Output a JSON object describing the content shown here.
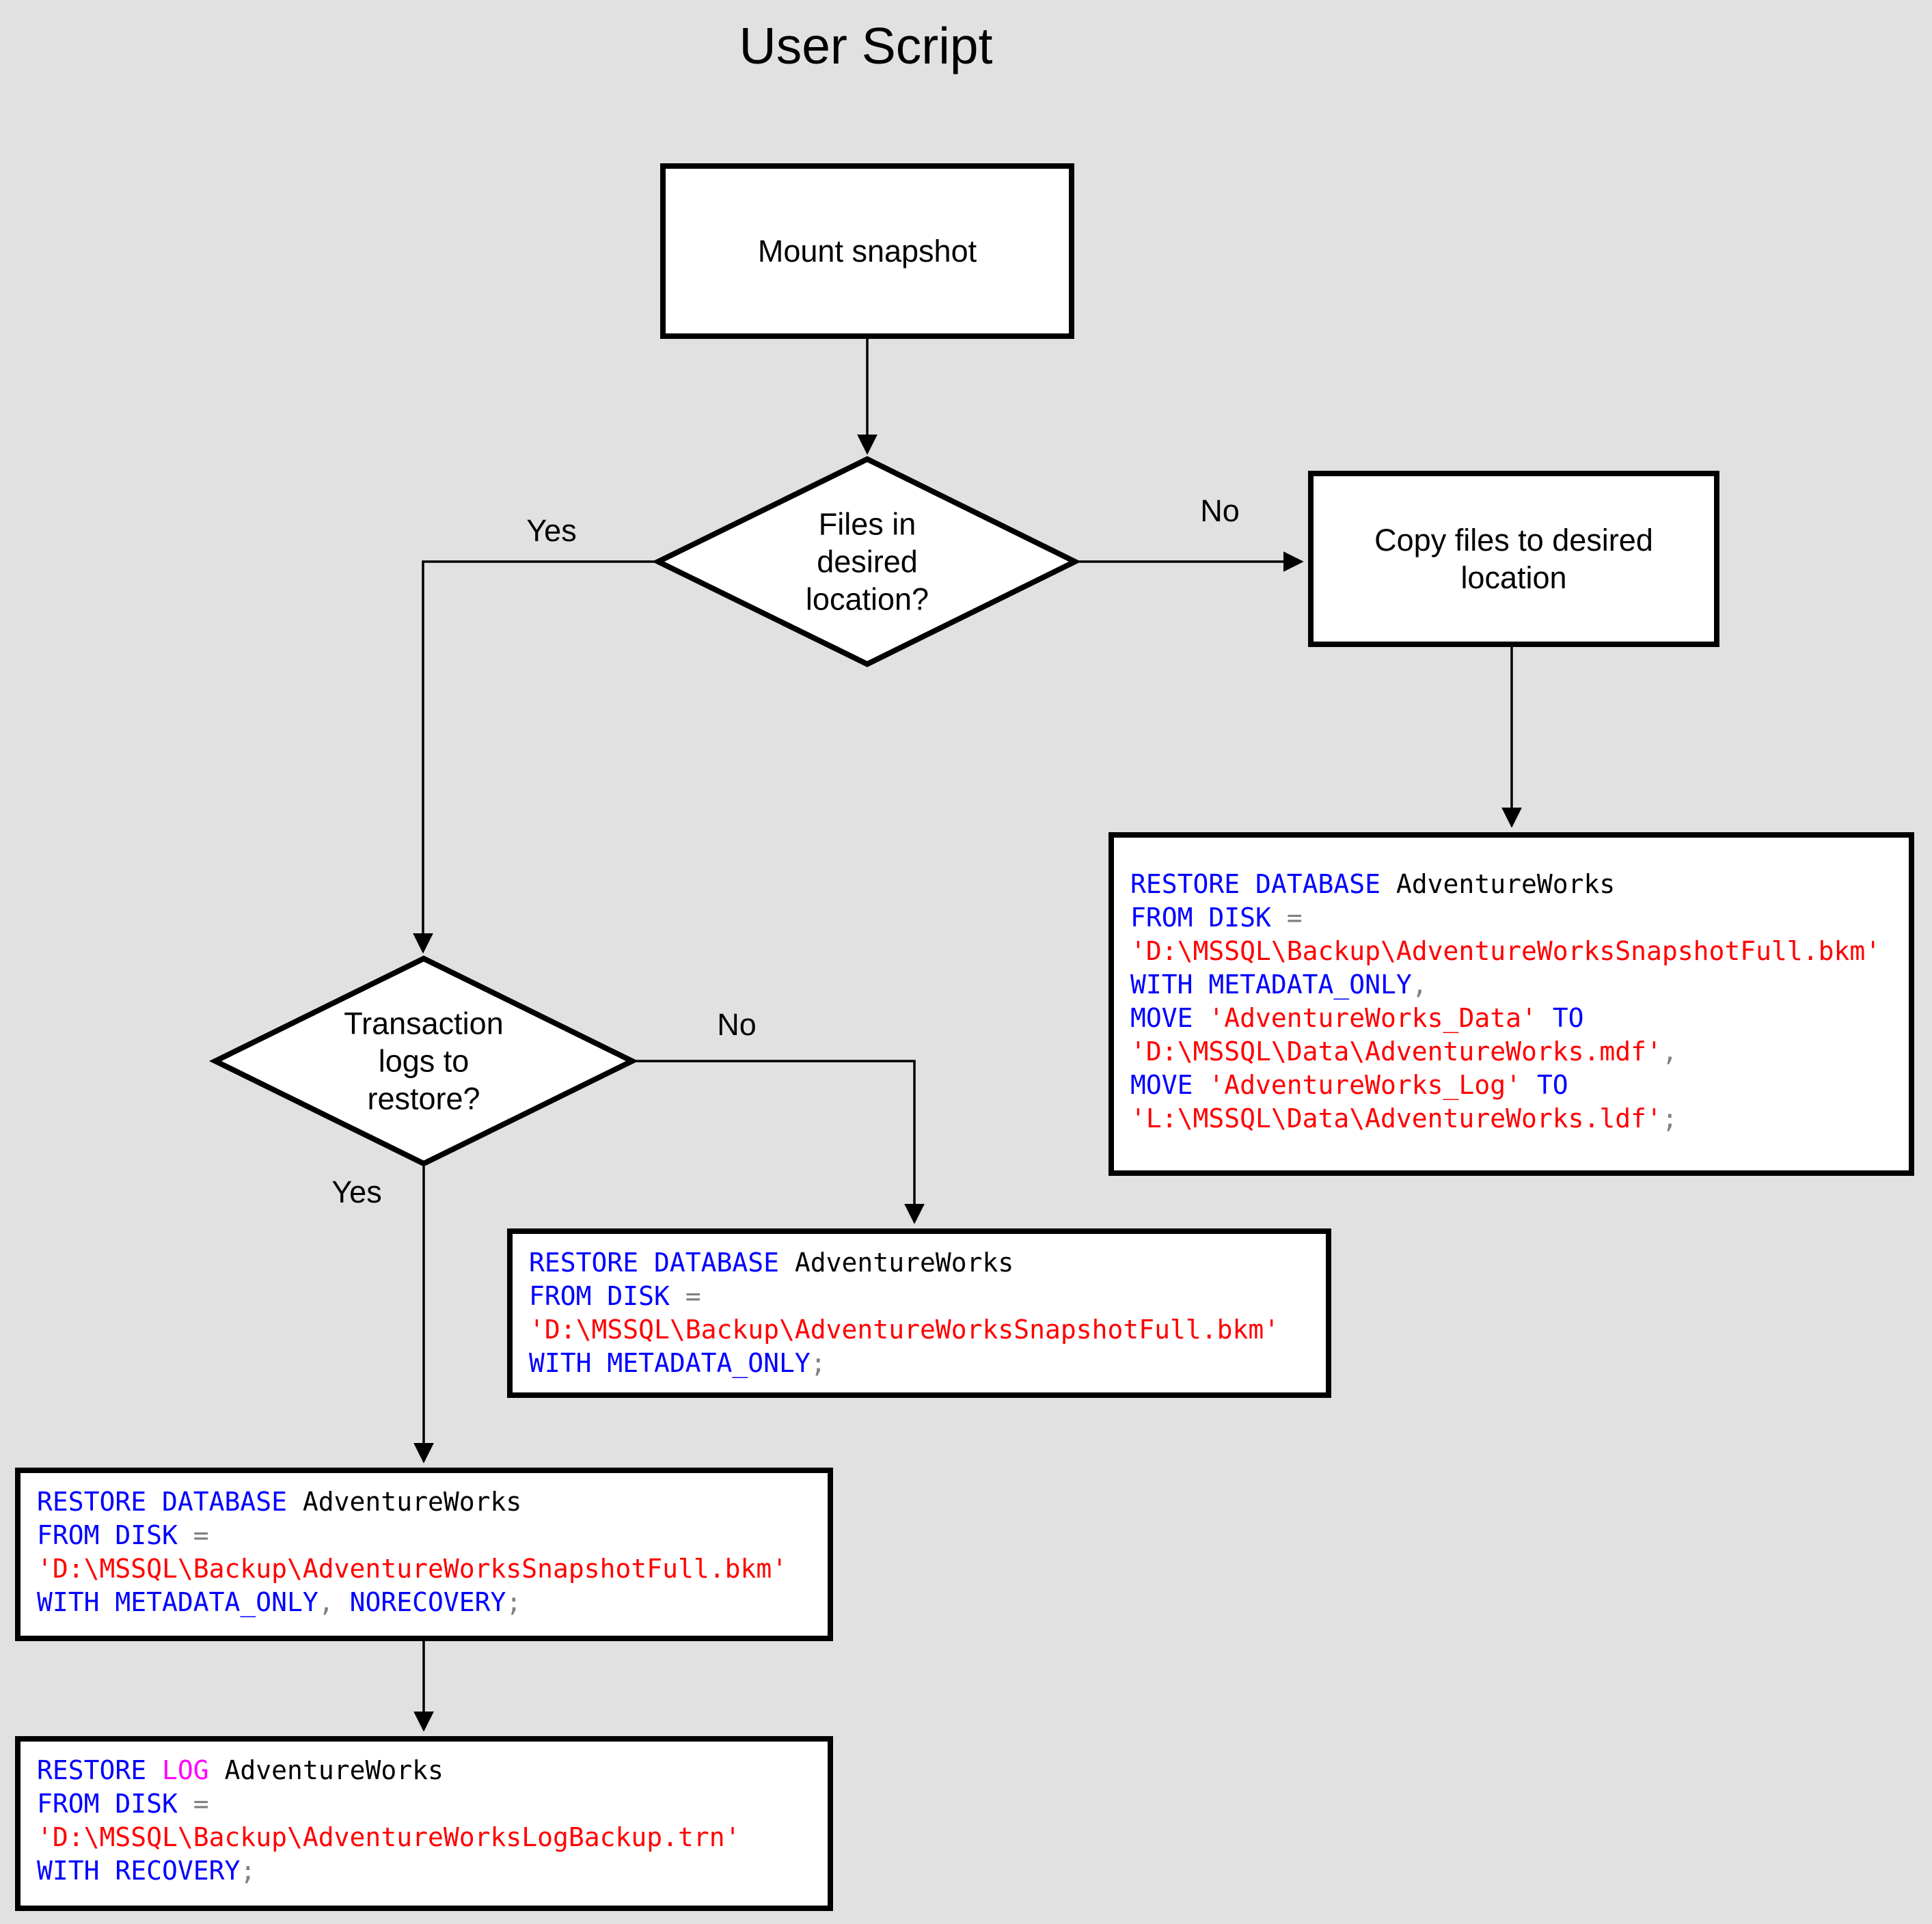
{
  "page": {
    "title": "User Script",
    "background": "#e1e1e1"
  },
  "colors": {
    "keyword": "#0000ff",
    "log": "#ff00ff",
    "string": "#ff0000",
    "operator": "#808080",
    "identifier": "#000000",
    "shape_fill": "#ffffff",
    "shape_stroke": "#000000"
  },
  "nodes": {
    "mount_snapshot": {
      "label": "Mount snapshot"
    },
    "files_decision": {
      "label": "Files in\ndesired\nlocation?"
    },
    "copy_files": {
      "label": "Copy files to desired\nlocation"
    },
    "logs_decision": {
      "label": "Transaction\nlogs to\nrestore?"
    }
  },
  "edge_labels": {
    "files_yes": "Yes",
    "files_no": "No",
    "logs_yes": "Yes",
    "logs_no": "No"
  },
  "code_boxes": {
    "restore_with_move": {
      "lines": [
        [
          {
            "t": "RESTORE DATABASE",
            "c": "keyword"
          },
          {
            "t": " AdventureWorks",
            "c": "identifier"
          }
        ],
        [
          {
            "t": "FROM DISK ",
            "c": "keyword"
          },
          {
            "t": "=",
            "c": "operator"
          }
        ],
        [
          {
            "t": "'D:\\MSSQL\\Backup\\AdventureWorksSnapshotFull.bkm'",
            "c": "string"
          }
        ],
        [
          {
            "t": "WITH METADATA_ONLY",
            "c": "keyword"
          },
          {
            "t": ",",
            "c": "operator"
          }
        ],
        [
          {
            "t": "MOVE ",
            "c": "keyword"
          },
          {
            "t": "'AdventureWorks_Data'",
            "c": "string"
          },
          {
            "t": " ",
            "c": "identifier"
          },
          {
            "t": "TO",
            "c": "keyword"
          }
        ],
        [
          {
            "t": "'D:\\MSSQL\\Data\\AdventureWorks.mdf'",
            "c": "string"
          },
          {
            "t": ",",
            "c": "operator"
          }
        ],
        [
          {
            "t": "MOVE ",
            "c": "keyword"
          },
          {
            "t": "'AdventureWorks_Log'",
            "c": "string"
          },
          {
            "t": " ",
            "c": "identifier"
          },
          {
            "t": "TO",
            "c": "keyword"
          }
        ],
        [
          {
            "t": "'L:\\MSSQL\\Data\\AdventureWorks.ldf'",
            "c": "string"
          },
          {
            "t": ";",
            "c": "operator"
          }
        ]
      ]
    },
    "restore_metadata_only": {
      "lines": [
        [
          {
            "t": "RESTORE DATABASE",
            "c": "keyword"
          },
          {
            "t": " AdventureWorks",
            "c": "identifier"
          }
        ],
        [
          {
            "t": "FROM DISK ",
            "c": "keyword"
          },
          {
            "t": "=",
            "c": "operator"
          }
        ],
        [
          {
            "t": "'D:\\MSSQL\\Backup\\AdventureWorksSnapshotFull.bkm'",
            "c": "string"
          }
        ],
        [
          {
            "t": "WITH METADATA_ONLY",
            "c": "keyword"
          },
          {
            "t": ";",
            "c": "operator"
          }
        ]
      ]
    },
    "restore_norecovery": {
      "lines": [
        [
          {
            "t": "RESTORE DATABASE",
            "c": "keyword"
          },
          {
            "t": " AdventureWorks",
            "c": "identifier"
          }
        ],
        [
          {
            "t": "FROM DISK ",
            "c": "keyword"
          },
          {
            "t": "=",
            "c": "operator"
          }
        ],
        [
          {
            "t": "'D:\\MSSQL\\Backup\\AdventureWorksSnapshotFull.bkm'",
            "c": "string"
          }
        ],
        [
          {
            "t": "WITH METADATA_ONLY",
            "c": "keyword"
          },
          {
            "t": ", ",
            "c": "operator"
          },
          {
            "t": "NORECOVERY",
            "c": "keyword"
          },
          {
            "t": ";",
            "c": "operator"
          }
        ]
      ]
    },
    "restore_log": {
      "lines": [
        [
          {
            "t": "RESTORE ",
            "c": "keyword"
          },
          {
            "t": "LOG",
            "c": "log"
          },
          {
            "t": " AdventureWorks",
            "c": "identifier"
          }
        ],
        [
          {
            "t": "FROM DISK ",
            "c": "keyword"
          },
          {
            "t": "=",
            "c": "operator"
          }
        ],
        [
          {
            "t": "'D:\\MSSQL\\Backup\\AdventureWorksLogBackup.trn'",
            "c": "string"
          }
        ],
        [
          {
            "t": "WITH RECOVERY",
            "c": "keyword"
          },
          {
            "t": ";",
            "c": "operator"
          }
        ]
      ]
    }
  }
}
